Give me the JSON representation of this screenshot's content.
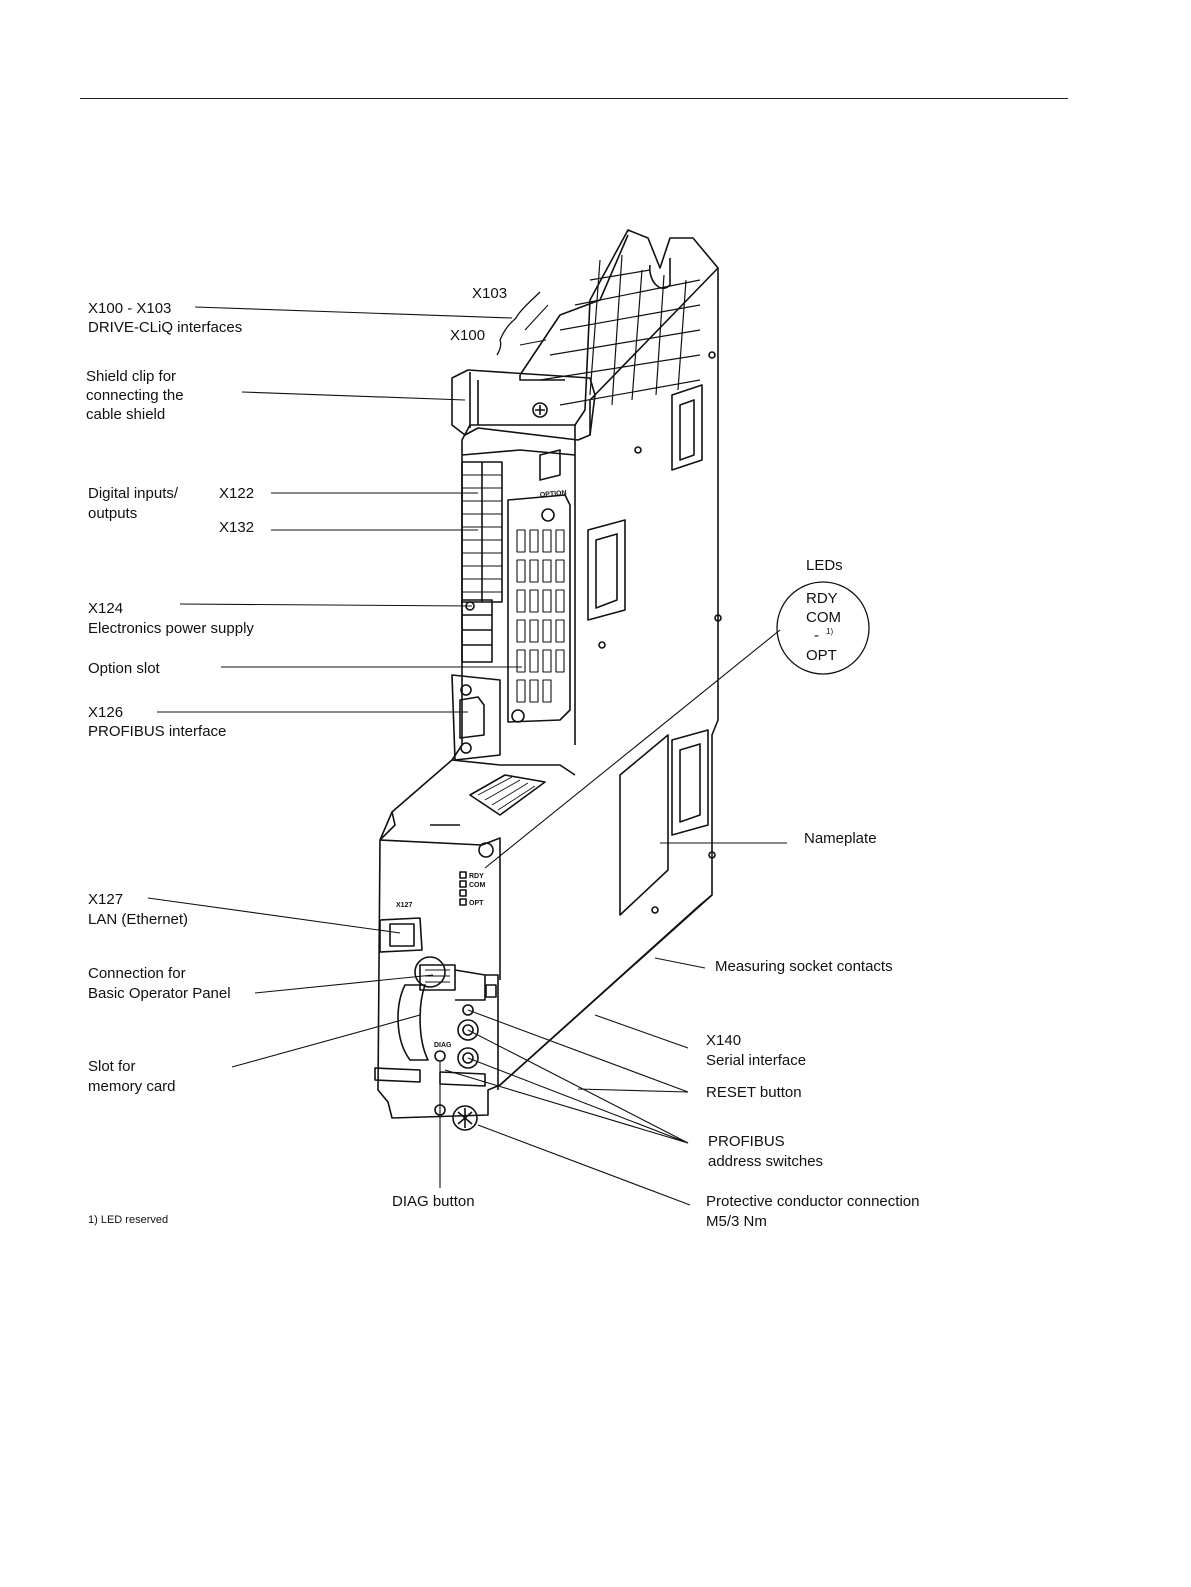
{
  "labels": {
    "x100_x103": "X100 - X103",
    "drive_cliq": "DRIVE-CLiQ interfaces",
    "x103": "X103",
    "x100": "X100",
    "shield_clip_1": "Shield clip for",
    "shield_clip_2": "connecting the",
    "shield_clip_3": "cable shield",
    "digital_1": "Digital inputs/",
    "digital_2": "outputs",
    "x122": "X122",
    "x132": "X132",
    "x124": "X124",
    "power_supply": "Electronics power supply",
    "option_slot": "Option slot",
    "x126": "X126",
    "profibus_interface": "PROFIBUS interface",
    "x127": "X127",
    "lan": "LAN (Ethernet)",
    "bop_1": "Connection for",
    "bop_2": "Basic Operator Panel",
    "slot_1": "Slot for",
    "slot_2": "memory card",
    "leds": "LEDs",
    "rdy": "RDY",
    "com": "COM",
    "dash": "-",
    "footnote_mark": "1)",
    "opt": "OPT",
    "nameplate": "Nameplate",
    "measuring": "Measuring socket contacts",
    "x140": "X140",
    "serial": "Serial interface",
    "reset": "RESET button",
    "profibus_1": "PROFIBUS",
    "profibus_2": "address switches",
    "diag": "DIAG button",
    "protective_1": "Protective conductor connection",
    "protective_2": "M5/3 Nm",
    "footnote": "1) LED reserved"
  },
  "device_markings": {
    "option": "OPTION",
    "led_rdy": "RDY",
    "led_com": "COM",
    "led_opt": "OPT",
    "x127": "X127",
    "diag": "DIAG"
  }
}
